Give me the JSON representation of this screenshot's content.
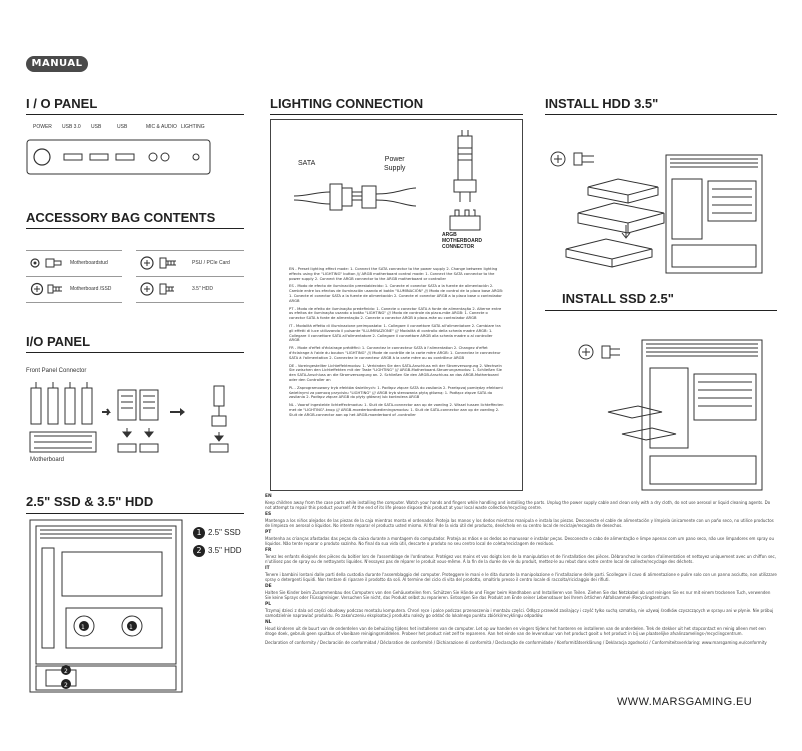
{
  "manual_label": "MANUAL",
  "io_panel": {
    "title": "I / O PANEL",
    "labels": [
      "POWER",
      "USB 3.0",
      "USB",
      "USB",
      "MIC & AUDIO",
      "LIGHTING"
    ]
  },
  "accessory": {
    "title": "ACCESSORY BAG CONTENTS",
    "items": [
      {
        "label": "Motherboardstud",
        "icon": "standoff-icon"
      },
      {
        "label": "PSU / PCIe Card",
        "icon": "screw-icon"
      },
      {
        "label": "Motherboard /SSD",
        "icon": "screw-icon"
      },
      {
        "label": "3.5\" HDD",
        "icon": "screw-icon"
      }
    ]
  },
  "io_panel2": {
    "title": "I/O PANEL",
    "front_panel_connector": "Front Panel Connector",
    "motherboard": "Motherboard"
  },
  "ssd_hdd": {
    "title": "2.5\" SSD & 3.5\" HDD",
    "legend": [
      {
        "num": "1",
        "label": "2.5\" SSD"
      },
      {
        "num": "2",
        "label": "3.5\" HDD"
      }
    ]
  },
  "lighting": {
    "title": "LIGHTING CONNECTION",
    "sata": "SATA",
    "power_supply": "Power\nSupply",
    "argb": "ARGB\nMOTHERBOARD\nCONNECTOR",
    "texts": [
      "EN - Preset lighting effect mode: 1. Connect the SATA connector to the power supply 2. Change between lighting effects using the \"LIGHTING\" button /// ARGB motherboard control mode: 1. Connect the SATA connector to the power supply 2. Connect the ARGB connector to the ARGB motherboard or controller",
      "ES - Modo de efecto de iluminación preestablecido: 1. Conecte el conector SATA a la fuente de alimentación 2. Cambie entre los efectos de iluminación usando el botón \"ILUMINACIÓN\" /// Modo de control de la placa base ARGB: 1. Conecte el conector SATA a la fuente de alimentación 2. Conecte el conector ARGB a la placa base o controlador ARGB",
      "PT - Modo de efeito de iluminação predefinido: 1. Conecte o conector SATA à fonte de alimentação 2. Alterne entre os efeitos de iluminação usando o botão \"LIGHTING\" /// Modo de controle da placa-mãe ARGB: 1. Conecte o conector SATA à fonte de alimentação 2. Conecte o conector ARGB à placa-mãe ou controlador ARGB",
      "IT - Modalità effetto di illuminazione preimpostata: 1. Collegare il connettore SATA all'alimentatore 2. Cambiare tra gli effetti di luce utilizzando il pulsante \"ILLUMINAZIONE\" /// Modalità di controllo della scheda madre ARGB: 1. Collegare il connettore SATA all'alimentatore 2. Collegare il connettore ARGB alla scheda madre o al controller ARGB",
      "FR - Mode d'effet d'éclairage prédéfini: 1. Connectez le connecteur SATA à l'alimentation 2. Changez d'effet d'éclairage à l'aide du bouton \"LIGHTING\" /// Mode de contrôle de la carte mère ARGB: 1. Connectez le connecteur SATA à l'alimentation 2. Connectez le connecteur ARGB à la carte mère ou au contrôleur ARGB",
      "DE - Voreingestellter Lichteffektmodus: 1. Verbinden Sie den SATA-Anschluss mit der Stromversorgung 2. Wechseln Sie zwischen den Lichteffekten mit der Taste \"LIGHTING\" /// ARGB-Motherboard-Steuerungsmodus: 1. Schließen Sie den SATA-Anschluss an die Stromversorgung an. 2. Schließen Sie den ARGB-Anschluss an das ARGB-Motherboard oder den Controller an",
      "PL - Zaprogramowany tryb efektów świetlnych: 1. Podłącz złącze SATA do zasilania 2. Przełączaj pomiędzy efektami świetlnymi za pomocą przycisku \"LIGHTING\" /// ARGB tryb sterowania płytą główną: 1. Podłącz złącze SATA do zasilania 2. Podłącz złącze ARGB do płyty głównej lub kontrolera ARGB",
      "NL - Vooraf ingestelde lichteffectmodus: 1. Sluit de SATA-connector aan op de voeding 2. Wissel tussen lichteffecten met de \"LIGHTING\"-knop /// ARGB-moederbordbedieningsmodus: 1. Sluit de SATA-connector aan op de voeding 2. Sluit de ARGB-connector aan op het ARGB-moederbord of -controller"
    ]
  },
  "hdd_install": {
    "title": "INSTALL HDD 3.5\""
  },
  "ssd_install": {
    "title": "INSTALL SSD 2.5\""
  },
  "safety": [
    {
      "code": "EN",
      "text": "Keep children away from the case parts while installing the computer. Watch your hands and fingers while handling and installing the parts. Unplug the power supply cable and clean only with a dry cloth, do not use aerosol or liquid cleaning agents. Do not attempt to repair this product yourself. At the end of its life please dispose this product at your local waste collection/recycling centre."
    },
    {
      "code": "ES",
      "text": "Mantenga a los niños alejados de las piezas de la caja mientras monta el ordenador. Proteja las manos y los dedos mientras manipula e instala las piezas. Desconecte el cable de alimentación y límpiela únicamente con un paño seco, no utilice productos de limpieza en aerosol o líquidos. No intente reparar el producto usted mismo. Al final de la vida útil del producto, deséchelo en su centro local de reciclaje/recogida de desechos."
    },
    {
      "code": "PT",
      "text": "Mantenha as crianças afastadas das peças da caixa durante a montagem do computador. Proteja as mãos e os dedos ao manusear e instalar peças. Desconecte o cabo de alimentação e limpe apenas com um pano seco, não use limpadores em spray ou líquidos. Não tente reparar o produto sozinho. No final da sua vida útil, descarte o produto no seu centro local de coleta/reciclagem de resíduos."
    },
    {
      "code": "FR",
      "text": "Tenez les enfants éloignés des pièces du boîtier lors de l'assemblage de l'ordinateur. Protégez vos mains et vos doigts lors de la manipulation et de l'installation des pièces. Débranchez le cordon d'alimentation et nettoyez uniquement avec un chiffon sec, n'utilisez pas de spray ou de nettoyants liquides. N'essayez pas de réparer le produit vous-même. À la fin de la durée de vie du produit, mettez-le au rebut dans votre centre local de collecte/recyclage des déchets."
    },
    {
      "code": "IT",
      "text": "Tenere i bambini lontani dalle parti della custodia durante l'assemblaggio del computer. Proteggere le mani e le dita durante la manipolazione e l'installazione delle parti. Scollegare il cavo di alimentazione e pulire solo con un panno asciutto, non utilizzare spray o detergenti liquidi. Non tentare di riparare il prodotto da soli. Al termine del ciclo di vita del prodotto, smaltirlo presso il centro locale di raccolta/riciclaggio dei rifiuti."
    },
    {
      "code": "DE",
      "text": "Halten Sie Kinder beim Zusammenbau des Computers von den Gehäuseteilen fern. Schützen Sie Hände und Finger beim Handhaben und Installieren von Teilen. Ziehen Sie das Netzkabel ab und reinigen Sie es nur mit einem trockenen Tuch, verwenden Sie keine Sprays oder Flüssigreiniger. Versuchen Sie nicht, das Produkt selbst zu reparieren. Entsorgen Sie das Produkt am Ende seiner Lebensdauer bei Ihrem örtlichen Abfallsammel-/Recyclingzentrum."
    },
    {
      "code": "PL",
      "text": "Trzymaj dzieci z dala od części obudowy podczas montażu komputera. Chroń ręce i palce podczas przenoszenia i montażu części. Odłącz przewód zasilający i czyść tylko suchą szmatką, nie używaj środków czyszczących w sprayu ani w płynie. Nie próbuj samodzielnie naprawiać produktu. Po zakończeniu eksploatacji produktu należy go oddać do lokalnego punktu zbiórki/recyklingu odpadów."
    },
    {
      "code": "NL",
      "text": "Houd kinderen uit de buurt van de onderdelen van de behuizing tijdens het installeren van de computer. Let op uw handen en vingers tijdens het hanteren en installeren van de onderdelen. Trek de stekker uit het stopcontact en reinig alleen met een droge doek, gebruik geen spuitbus of vloeibare reinigingsmiddelen. Probeer het product niet zelf te repareren. Aan het einde van de levensduur van het product gooit u het product in bij uw plaatselijke afvalinzamelings-/recyclingcentrum."
    }
  ],
  "declaration": "Declaration of conformity / Declaración de conformidad / Déclaration de conformité / Dichiarazione di conformità / Declaração de conformidade / Konformitätserklärung / Deklaracja zgodności / Conformiteitsverklaring: www.marsgaming.eu/conformity",
  "website": "WWW.MARSGAMING.EU"
}
